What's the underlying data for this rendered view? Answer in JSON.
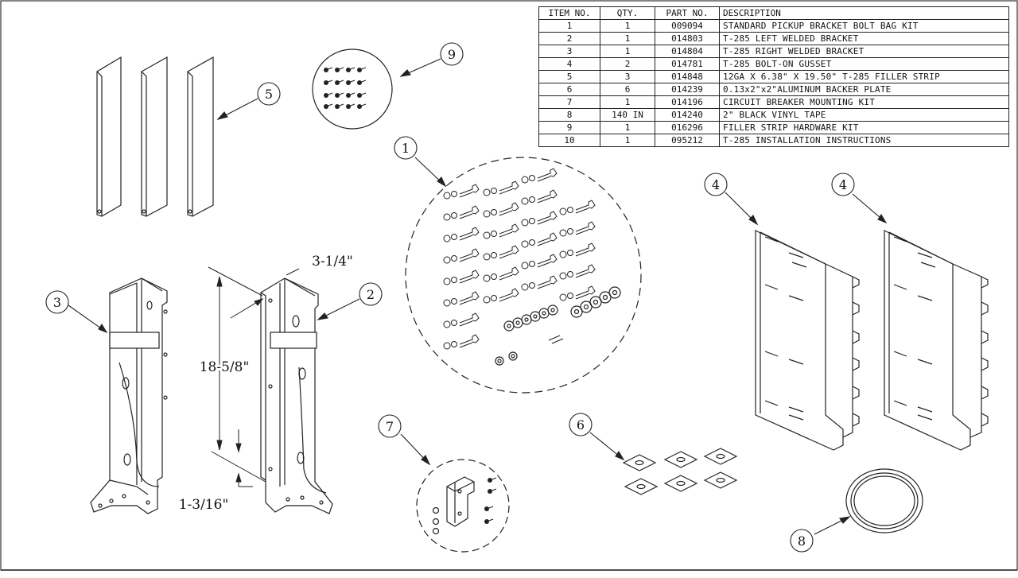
{
  "bom": {
    "headers": [
      "ITEM NO.",
      "QTY.",
      "PART NO.",
      "DESCRIPTION"
    ],
    "rows": [
      [
        "1",
        "1",
        "009094",
        "STANDARD PICKUP BRACKET BOLT BAG KIT"
      ],
      [
        "2",
        "1",
        "014803",
        "T-285 LEFT WELDED BRACKET"
      ],
      [
        "3",
        "1",
        "014804",
        "T-285 RIGHT WELDED BRACKET"
      ],
      [
        "4",
        "2",
        "014781",
        "T-285 BOLT-ON GUSSET"
      ],
      [
        "5",
        "3",
        "014848",
        "12GA X 6.38\" X 19.50\" T-285 FILLER STRIP"
      ],
      [
        "6",
        "6",
        "014239",
        "0.13x2\"x2\"ALUMINUM BACKER PLATE"
      ],
      [
        "7",
        "1",
        "014196",
        "CIRCUIT BREAKER MOUNTING KIT"
      ],
      [
        "8",
        "140 IN",
        "014240",
        "2\" BLACK VINYL TAPE"
      ],
      [
        "9",
        "1",
        "016296",
        "FILLER STRIP HARDWARE KIT"
      ],
      [
        "10",
        "1",
        "095212",
        "T-285 INSTALLATION INSTRUCTIONS"
      ]
    ]
  },
  "balloons": {
    "b1": "1",
    "b2": "2",
    "b3": "3",
    "b4a": "4",
    "b4b": "4",
    "b5": "5",
    "b6": "6",
    "b7": "7",
    "b8": "8",
    "b9": "9"
  },
  "dimensions": {
    "width": "3-1/4\"",
    "height": "18-5/8\"",
    "offset": "1-3/16\""
  }
}
